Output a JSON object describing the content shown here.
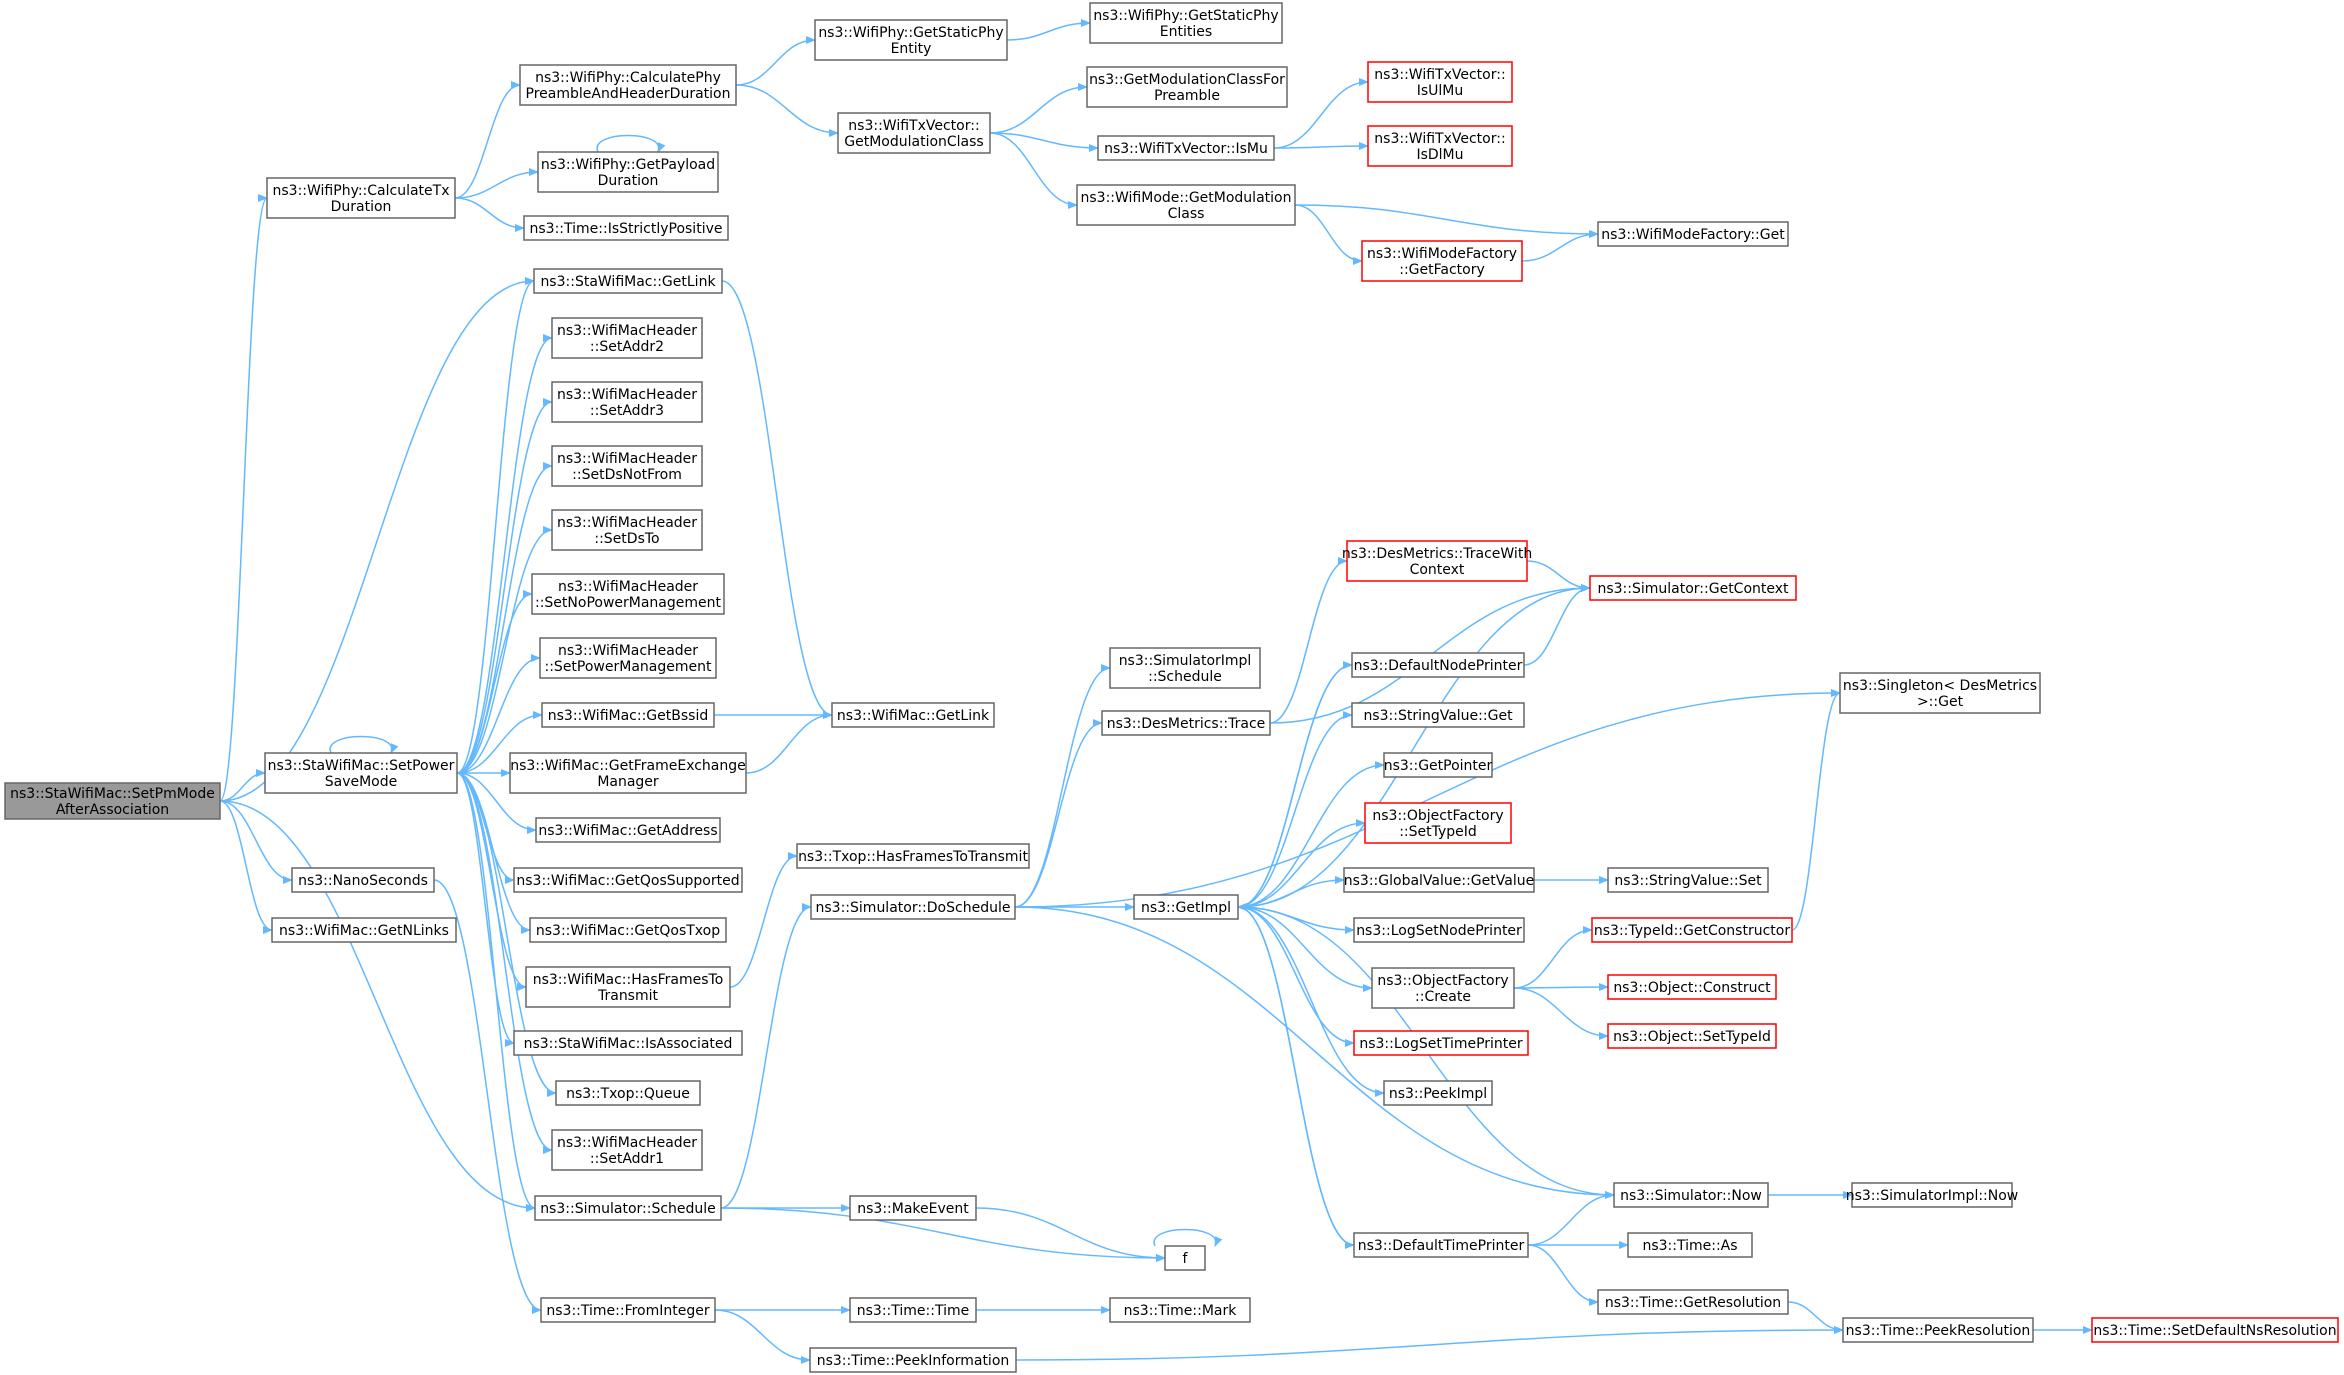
{
  "colors": {
    "edge": "#63b8ff",
    "node_border": "#666666",
    "node_fill": "#ffffff",
    "root_fill": "#999999",
    "truncated_border": "#ff0000",
    "truncated_fill": "#fff0f0"
  },
  "nodes": [
    {
      "id": "root",
      "lines": [
        "ns3::StaWifiMac::SetPmMode",
        "AfterAssociation"
      ],
      "kind": "root"
    },
    {
      "id": "calcTx",
      "lines": [
        "ns3::WifiPhy::CalculateTx",
        "Duration"
      ],
      "kind": "normal"
    },
    {
      "id": "calcPre",
      "lines": [
        "ns3::WifiPhy::CalculatePhy",
        "PreambleAndHeaderDuration"
      ],
      "kind": "normal"
    },
    {
      "id": "getStaticEnt",
      "lines": [
        "ns3::WifiPhy::GetStaticPhy",
        "Entity"
      ],
      "kind": "normal"
    },
    {
      "id": "getStaticEnts",
      "lines": [
        "ns3::WifiPhy::GetStaticPhy",
        "Entities"
      ],
      "kind": "normal"
    },
    {
      "id": "getPayload",
      "lines": [
        "ns3::WifiPhy::GetPayload",
        "Duration"
      ],
      "kind": "normal"
    },
    {
      "id": "isStrictPos",
      "lines": [
        "ns3::Time::IsStrictlyPositive"
      ],
      "kind": "normal"
    },
    {
      "id": "txGetModClass",
      "lines": [
        "ns3::WifiTxVector::",
        "GetModulationClass"
      ],
      "kind": "normal"
    },
    {
      "id": "getModClassPre",
      "lines": [
        "ns3::GetModulationClassFor",
        "Preamble"
      ],
      "kind": "normal"
    },
    {
      "id": "isUlMu",
      "lines": [
        "ns3::WifiTxVector::",
        "IsUlMu"
      ],
      "kind": "trunc"
    },
    {
      "id": "isMu",
      "lines": [
        "ns3::WifiTxVector::IsMu"
      ],
      "kind": "normal"
    },
    {
      "id": "isDlMu",
      "lines": [
        "ns3::WifiTxVector::",
        "IsDlMu"
      ],
      "kind": "trunc"
    },
    {
      "id": "modeGetModClass",
      "lines": [
        "ns3::WifiMode::GetModulation",
        "Class"
      ],
      "kind": "normal"
    },
    {
      "id": "modeFactGet",
      "lines": [
        "ns3::WifiModeFactory::Get"
      ],
      "kind": "normal"
    },
    {
      "id": "modeFactGetFactory",
      "lines": [
        "ns3::WifiModeFactory",
        "::GetFactory"
      ],
      "kind": "trunc"
    },
    {
      "id": "staGetLink",
      "lines": [
        "ns3::StaWifiMac::GetLink"
      ],
      "kind": "normal"
    },
    {
      "id": "setAddr2",
      "lines": [
        "ns3::WifiMacHeader",
        "::SetAddr2"
      ],
      "kind": "normal"
    },
    {
      "id": "setAddr3",
      "lines": [
        "ns3::WifiMacHeader",
        "::SetAddr3"
      ],
      "kind": "normal"
    },
    {
      "id": "setDsNotFrom",
      "lines": [
        "ns3::WifiMacHeader",
        "::SetDsNotFrom"
      ],
      "kind": "normal"
    },
    {
      "id": "setDsTo",
      "lines": [
        "ns3::WifiMacHeader",
        "::SetDsTo"
      ],
      "kind": "normal"
    },
    {
      "id": "setNoPwr",
      "lines": [
        "ns3::WifiMacHeader",
        "::SetNoPowerManagement"
      ],
      "kind": "normal"
    },
    {
      "id": "setPwr",
      "lines": [
        "ns3::WifiMacHeader",
        "::SetPowerManagement"
      ],
      "kind": "normal"
    },
    {
      "id": "getBssid",
      "lines": [
        "ns3::WifiMac::GetBssid"
      ],
      "kind": "normal"
    },
    {
      "id": "macGetLink",
      "lines": [
        "ns3::WifiMac::GetLink"
      ],
      "kind": "normal"
    },
    {
      "id": "setPwrSave",
      "lines": [
        "ns3::StaWifiMac::SetPower",
        "SaveMode"
      ],
      "kind": "normal"
    },
    {
      "id": "getFEM",
      "lines": [
        "ns3::WifiMac::GetFrameExchange",
        "Manager"
      ],
      "kind": "normal"
    },
    {
      "id": "getAddress",
      "lines": [
        "ns3::WifiMac::GetAddress"
      ],
      "kind": "normal"
    },
    {
      "id": "getQosSup",
      "lines": [
        "ns3::WifiMac::GetQosSupported"
      ],
      "kind": "normal"
    },
    {
      "id": "getQosTxop",
      "lines": [
        "ns3::WifiMac::GetQosTxop"
      ],
      "kind": "normal"
    },
    {
      "id": "hasFrames",
      "lines": [
        "ns3::WifiMac::HasFramesTo",
        "Transmit"
      ],
      "kind": "normal"
    },
    {
      "id": "isAssoc",
      "lines": [
        "ns3::StaWifiMac::IsAssociated"
      ],
      "kind": "normal"
    },
    {
      "id": "txopQueue",
      "lines": [
        "ns3::Txop::Queue"
      ],
      "kind": "normal"
    },
    {
      "id": "setAddr1",
      "lines": [
        "ns3::WifiMacHeader",
        "::SetAddr1"
      ],
      "kind": "normal"
    },
    {
      "id": "simSchedule",
      "lines": [
        "ns3::Simulator::Schedule"
      ],
      "kind": "normal"
    },
    {
      "id": "nanoSec",
      "lines": [
        "ns3::NanoSeconds"
      ],
      "kind": "normal"
    },
    {
      "id": "getNLinks",
      "lines": [
        "ns3::WifiMac::GetNLinks"
      ],
      "kind": "normal"
    },
    {
      "id": "fromInteger",
      "lines": [
        "ns3::Time::FromInteger"
      ],
      "kind": "normal"
    },
    {
      "id": "txopHasFrames",
      "lines": [
        "ns3::Txop::HasFramesToTransmit"
      ],
      "kind": "normal"
    },
    {
      "id": "doSchedule",
      "lines": [
        "ns3::Simulator::DoSchedule"
      ],
      "kind": "normal"
    },
    {
      "id": "makeEvent",
      "lines": [
        "ns3::MakeEvent"
      ],
      "kind": "normal"
    },
    {
      "id": "f",
      "lines": [
        "f"
      ],
      "kind": "normal"
    },
    {
      "id": "timeTime",
      "lines": [
        "ns3::Time::Time"
      ],
      "kind": "normal"
    },
    {
      "id": "timeMark",
      "lines": [
        "ns3::Time::Mark"
      ],
      "kind": "normal"
    },
    {
      "id": "peekInfo",
      "lines": [
        "ns3::Time::PeekInformation"
      ],
      "kind": "normal"
    },
    {
      "id": "simImplSchedule",
      "lines": [
        "ns3::SimulatorImpl",
        "::Schedule"
      ],
      "kind": "normal"
    },
    {
      "id": "desTrace",
      "lines": [
        "ns3::DesMetrics::Trace"
      ],
      "kind": "normal"
    },
    {
      "id": "getImpl",
      "lines": [
        "ns3::GetImpl"
      ],
      "kind": "normal"
    },
    {
      "id": "traceWithCtx",
      "lines": [
        "ns3::DesMetrics::TraceWith",
        "Context"
      ],
      "kind": "trunc"
    },
    {
      "id": "getContext",
      "lines": [
        "ns3::Simulator::GetContext"
      ],
      "kind": "trunc"
    },
    {
      "id": "defNodePrinter",
      "lines": [
        "ns3::DefaultNodePrinter"
      ],
      "kind": "normal"
    },
    {
      "id": "strValGet",
      "lines": [
        "ns3::StringValue::Get"
      ],
      "kind": "normal"
    },
    {
      "id": "getPointer",
      "lines": [
        "ns3::GetPointer"
      ],
      "kind": "normal"
    },
    {
      "id": "objFactSetTypeId",
      "lines": [
        "ns3::ObjectFactory",
        "::SetTypeId"
      ],
      "kind": "trunc"
    },
    {
      "id": "globalValGet",
      "lines": [
        "ns3::GlobalValue::GetValue"
      ],
      "kind": "normal"
    },
    {
      "id": "strValSet",
      "lines": [
        "ns3::StringValue::Set"
      ],
      "kind": "normal"
    },
    {
      "id": "logSetNode",
      "lines": [
        "ns3::LogSetNodePrinter"
      ],
      "kind": "normal"
    },
    {
      "id": "objFactCreate",
      "lines": [
        "ns3::ObjectFactory",
        "::Create"
      ],
      "kind": "normal"
    },
    {
      "id": "typeIdGetCtor",
      "lines": [
        "ns3::TypeId::GetConstructor"
      ],
      "kind": "trunc"
    },
    {
      "id": "objConstruct",
      "lines": [
        "ns3::Object::Construct"
      ],
      "kind": "trunc"
    },
    {
      "id": "objSetTypeId",
      "lines": [
        "ns3::Object::SetTypeId"
      ],
      "kind": "trunc"
    },
    {
      "id": "logSetTime",
      "lines": [
        "ns3::LogSetTimePrinter"
      ],
      "kind": "trunc"
    },
    {
      "id": "peekImpl",
      "lines": [
        "ns3::PeekImpl"
      ],
      "kind": "normal"
    },
    {
      "id": "singletonGet",
      "lines": [
        "ns3::Singleton< DesMetrics",
        " >::Get"
      ],
      "kind": "normal"
    },
    {
      "id": "simNow",
      "lines": [
        "ns3::Simulator::Now"
      ],
      "kind": "normal"
    },
    {
      "id": "simImplNow",
      "lines": [
        "ns3::SimulatorImpl::Now"
      ],
      "kind": "normal"
    },
    {
      "id": "defTimePrinter",
      "lines": [
        "ns3::DefaultTimePrinter"
      ],
      "kind": "normal"
    },
    {
      "id": "timeAs",
      "lines": [
        "ns3::Time::As"
      ],
      "kind": "normal"
    },
    {
      "id": "timeGetRes",
      "lines": [
        "ns3::Time::GetResolution"
      ],
      "kind": "normal"
    },
    {
      "id": "peekRes",
      "lines": [
        "ns3::Time::PeekResolution"
      ],
      "kind": "normal"
    },
    {
      "id": "setDefNsRes",
      "lines": [
        "ns3::Time::SetDefaultNsResolution"
      ],
      "kind": "trunc"
    }
  ],
  "edges": [
    [
      "root",
      "calcTx"
    ],
    [
      "root",
      "staGetLink"
    ],
    [
      "root",
      "setPwrSave"
    ],
    [
      "root",
      "nanoSec"
    ],
    [
      "root",
      "getNLinks"
    ],
    [
      "root",
      "simSchedule"
    ],
    [
      "calcTx",
      "calcPre"
    ],
    [
      "calcTx",
      "getPayload"
    ],
    [
      "calcTx",
      "isStrictPos"
    ],
    [
      "calcPre",
      "getStaticEnt"
    ],
    [
      "calcPre",
      "txGetModClass"
    ],
    [
      "getStaticEnt",
      "getStaticEnts"
    ],
    [
      "getPayload",
      "getPayload"
    ],
    [
      "txGetModClass",
      "getModClassPre"
    ],
    [
      "txGetModClass",
      "isMu"
    ],
    [
      "txGetModClass",
      "modeGetModClass"
    ],
    [
      "isMu",
      "isUlMu"
    ],
    [
      "isMu",
      "isDlMu"
    ],
    [
      "modeGetModClass",
      "modeFactGet"
    ],
    [
      "modeGetModClass",
      "modeFactGetFactory"
    ],
    [
      "modeFactGetFactory",
      "modeFactGet"
    ],
    [
      "staGetLink",
      "macGetLink"
    ],
    [
      "getBssid",
      "macGetLink"
    ],
    [
      "getFEM",
      "macGetLink"
    ],
    [
      "setPwrSave",
      "setPwrSave"
    ],
    [
      "setPwrSave",
      "staGetLink"
    ],
    [
      "setPwrSave",
      "setAddr2"
    ],
    [
      "setPwrSave",
      "setAddr3"
    ],
    [
      "setPwrSave",
      "setDsNotFrom"
    ],
    [
      "setPwrSave",
      "setDsTo"
    ],
    [
      "setPwrSave",
      "setNoPwr"
    ],
    [
      "setPwrSave",
      "setPwr"
    ],
    [
      "setPwrSave",
      "getBssid"
    ],
    [
      "setPwrSave",
      "getFEM"
    ],
    [
      "setPwrSave",
      "getAddress"
    ],
    [
      "setPwrSave",
      "getQosSup"
    ],
    [
      "setPwrSave",
      "getQosTxop"
    ],
    [
      "setPwrSave",
      "hasFrames"
    ],
    [
      "setPwrSave",
      "isAssoc"
    ],
    [
      "setPwrSave",
      "txopQueue"
    ],
    [
      "setPwrSave",
      "setAddr1"
    ],
    [
      "setPwrSave",
      "simSchedule"
    ],
    [
      "nanoSec",
      "fromInteger"
    ],
    [
      "hasFrames",
      "txopHasFrames"
    ],
    [
      "simSchedule",
      "doSchedule"
    ],
    [
      "simSchedule",
      "makeEvent"
    ],
    [
      "simSchedule",
      "f"
    ],
    [
      "makeEvent",
      "f"
    ],
    [
      "f",
      "f"
    ],
    [
      "fromInteger",
      "timeTime"
    ],
    [
      "fromInteger",
      "peekInfo"
    ],
    [
      "timeTime",
      "timeMark"
    ],
    [
      "peekInfo",
      "peekRes"
    ],
    [
      "doSchedule",
      "simImplSchedule"
    ],
    [
      "doSchedule",
      "desTrace"
    ],
    [
      "doSchedule",
      "getImpl"
    ],
    [
      "doSchedule",
      "singletonGet"
    ],
    [
      "doSchedule",
      "simNow"
    ],
    [
      "desTrace",
      "traceWithCtx"
    ],
    [
      "desTrace",
      "getContext"
    ],
    [
      "traceWithCtx",
      "getContext"
    ],
    [
      "getImpl",
      "defNodePrinter"
    ],
    [
      "getImpl",
      "strValGet"
    ],
    [
      "getImpl",
      "getPointer"
    ],
    [
      "getImpl",
      "objFactSetTypeId"
    ],
    [
      "getImpl",
      "globalValGet"
    ],
    [
      "getImpl",
      "logSetNode"
    ],
    [
      "getImpl",
      "objFactCreate"
    ],
    [
      "getImpl",
      "logSetTime"
    ],
    [
      "getImpl",
      "peekImpl"
    ],
    [
      "getImpl",
      "defTimePrinter"
    ],
    [
      "getImpl",
      "getContext"
    ],
    [
      "defNodePrinter",
      "getContext"
    ],
    [
      "defNodePrinter",
      "getImpl"
    ],
    [
      "globalValGet",
      "strValSet"
    ],
    [
      "objFactCreate",
      "typeIdGetCtor"
    ],
    [
      "objFactCreate",
      "objConstruct"
    ],
    [
      "objFactCreate",
      "objSetTypeId"
    ],
    [
      "typeIdGetCtor",
      "singletonGet"
    ],
    [
      "simNow",
      "getImpl"
    ],
    [
      "simNow",
      "simImplNow"
    ],
    [
      "defTimePrinter",
      "simNow"
    ],
    [
      "defTimePrinter",
      "timeAs"
    ],
    [
      "defTimePrinter",
      "timeGetRes"
    ],
    [
      "defTimePrinter",
      "getImpl"
    ],
    [
      "timeGetRes",
      "peekRes"
    ],
    [
      "peekRes",
      "setDefNsRes"
    ]
  ]
}
